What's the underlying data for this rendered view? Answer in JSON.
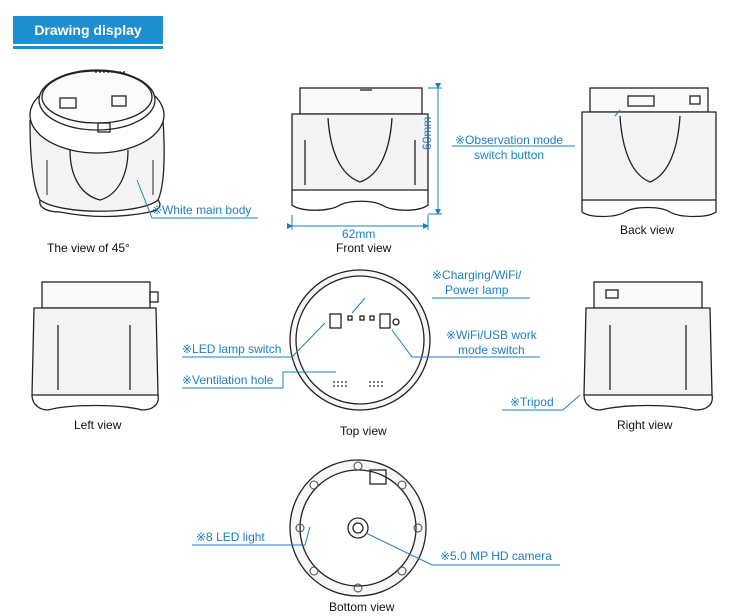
{
  "header": {
    "title": "Drawing display"
  },
  "views": {
    "view45": "The view of 45°",
    "front": "Front view",
    "back": "Back view",
    "left": "Left view",
    "top": "Top view",
    "right": "Right view",
    "bottom": "Bottom view"
  },
  "dimensions": {
    "height": "60mm",
    "width": "62mm"
  },
  "annotations": {
    "white_body": "※White main body",
    "observation_mode_1": "※Observation mode",
    "observation_mode_2": "switch button",
    "charging_lamp_1": "※Charging/WiFi/",
    "charging_lamp_2": "Power lamp",
    "led_switch": "※LED lamp switch",
    "wifi_usb_1": "※WiFi/USB work",
    "wifi_usb_2": "mode switch",
    "ventilation": "※Ventilation hole",
    "tripod": "※Tripod",
    "led_light": "※8 LED light",
    "camera": "※5.0 MP HD camera"
  },
  "colors": {
    "accent": "#1e8fcf",
    "annotation": "#1e7ec0",
    "outline": "#222222"
  }
}
